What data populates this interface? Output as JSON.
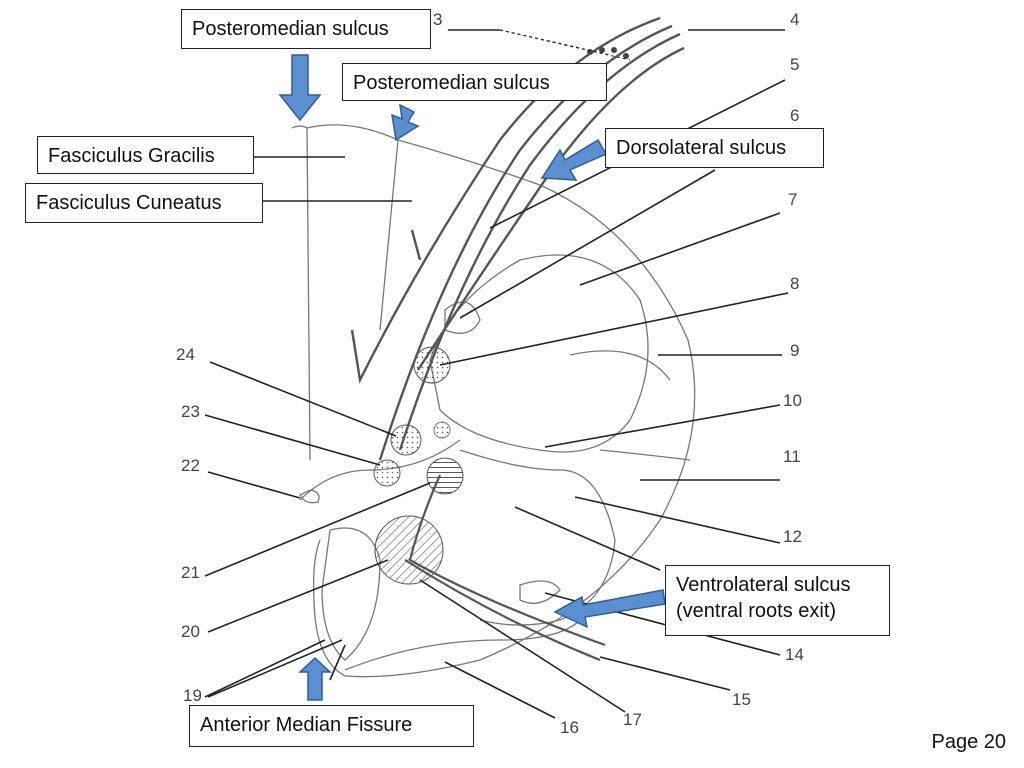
{
  "callouts": {
    "posteromedian_1": "Posteromedian sulcus",
    "posteromedian_2": "Posteromedian sulcus",
    "fasciculus_gracilis": "Fasciculus Gracilis",
    "fasciculus_cuneatus": "Fasciculus Cuneatus",
    "dorsolateral": "Dorsolateral sulcus",
    "ventrolateral_line1": "Ventrolateral sulcus",
    "ventrolateral_line2": "(ventral roots exit)",
    "anterior_median": "Anterior Median Fissure"
  },
  "numbers": {
    "n3": "3",
    "n4": "4",
    "n5": "5",
    "n6": "6",
    "n7": "7",
    "n8": "8",
    "n9": "9",
    "n10": "10",
    "n11": "11",
    "n12": "12",
    "n14": "14",
    "n15": "15",
    "n16": "16",
    "n17": "17",
    "n19": "19",
    "n20": "20",
    "n21": "21",
    "n22": "22",
    "n23": "23",
    "n24": "24"
  },
  "page": "Page 20",
  "colors": {
    "arrow_fill": "#5b8fd0",
    "arrow_stroke": "#2f5f9a",
    "line": "#333333",
    "diagram": "#555555"
  }
}
